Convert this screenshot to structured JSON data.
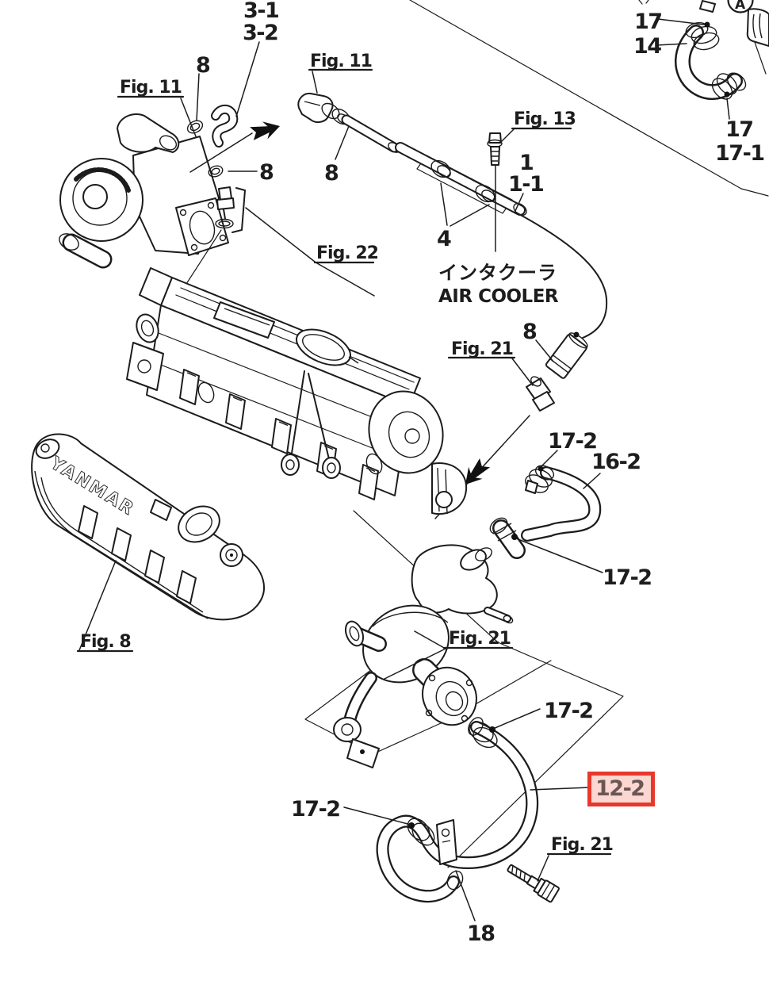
{
  "diagram": {
    "type": "engine-parts-exploded-diagram",
    "background_color": "#ffffff",
    "line_color": "#1c1c1c",
    "note": {
      "jp": "インタクーラ",
      "en": "AIR COOLER"
    },
    "detail_marker": {
      "letter": "A"
    },
    "brand_embossed": "YANMAR",
    "highlight": {
      "border_color": "#e8382b",
      "fill_color": "#fad7d0",
      "text_color": "#6b5655"
    },
    "figure_refs": [
      {
        "label": "Fig. 11",
        "target": "turbocharger"
      },
      {
        "label": "Fig. 11",
        "target": "elbow-fitting"
      },
      {
        "label": "Fig. 13",
        "target": "flange-bolt"
      },
      {
        "label": "Fig. 22",
        "target": "cylinder-head"
      },
      {
        "label": "Fig. 21",
        "target": "joint-fitting"
      },
      {
        "label": "Fig. 8",
        "target": "valve-cover"
      },
      {
        "label": "Fig. 21",
        "target": "water-pump"
      },
      {
        "label": "Fig. 21",
        "target": "bolt"
      }
    ],
    "callouts": [
      {
        "label": "3-1"
      },
      {
        "label": "3-2"
      },
      {
        "label": "8",
        "target": "clamp-top-left"
      },
      {
        "label": "17",
        "target": "clamp-upper-right-top"
      },
      {
        "label": "14",
        "target": "elbow-hose-top-right"
      },
      {
        "label": "17",
        "target": "clamp-upper-right-bottom"
      },
      {
        "label": "17-1"
      },
      {
        "label": "8",
        "target": "nut-near-turbo"
      },
      {
        "label": "8",
        "target": "clamp-elbow-fitting"
      },
      {
        "label": "1"
      },
      {
        "label": "1-1"
      },
      {
        "label": "4",
        "target": "pipe-clamps"
      },
      {
        "label": "8",
        "target": "cylinder-fitting"
      },
      {
        "label": "17-2",
        "target": "hose-16-2-top-clamp"
      },
      {
        "label": "16-2"
      },
      {
        "label": "17-2",
        "target": "hose-16-2-bottom-clamp"
      },
      {
        "label": "17-2",
        "target": "hose-12-2-top-clamp"
      },
      {
        "label": "12-2",
        "highlighted": true
      },
      {
        "label": "17-2",
        "target": "hose-12-2-bottom-clamp"
      },
      {
        "label": "18",
        "target": "bracket"
      }
    ]
  }
}
